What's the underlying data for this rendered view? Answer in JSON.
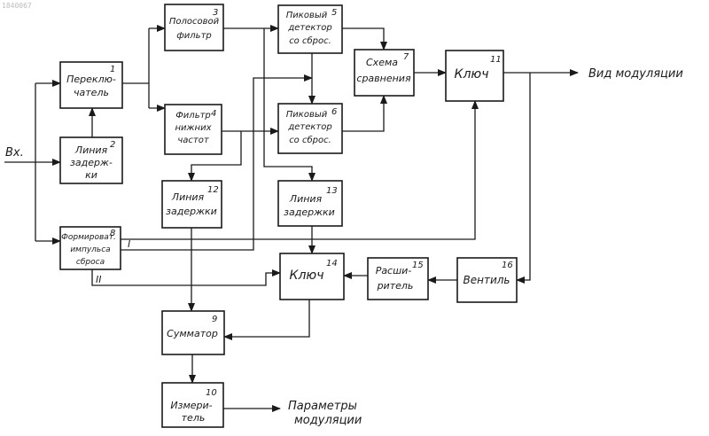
{
  "corner_code": "1840067",
  "input_label": "Вх.",
  "output_main": "Вид модуляции",
  "output_params": [
    "Параметры",
    "модуляции"
  ],
  "line_marks": {
    "one": "I",
    "two": "II"
  },
  "blocks": {
    "b1": {
      "num": "1",
      "lines": [
        "Переклю-",
        "чатель"
      ]
    },
    "b2": {
      "num": "2",
      "lines": [
        "Линия",
        "задерж-",
        "ки"
      ]
    },
    "b3": {
      "num": "3",
      "lines": [
        "Полосовой",
        "фильтр"
      ]
    },
    "b4": {
      "num": "4",
      "lines": [
        "Фильтр",
        "нижних",
        "частот"
      ]
    },
    "b5": {
      "num": "5",
      "lines": [
        "Пиковый",
        "детектор",
        "со сброс."
      ]
    },
    "b6": {
      "num": "6",
      "lines": [
        "Пиковый",
        "детектор",
        "со сброс."
      ]
    },
    "b7": {
      "num": "7",
      "lines": [
        "Схема",
        "сравнения"
      ]
    },
    "b8": {
      "num": "8",
      "lines": [
        "Формироват.",
        "импульса",
        "сброса"
      ]
    },
    "b9": {
      "num": "9",
      "lines": [
        "Сумматор"
      ]
    },
    "b10": {
      "num": "10",
      "lines": [
        "Измери-",
        "тель"
      ]
    },
    "b11": {
      "num": "11",
      "lines": [
        "Ключ"
      ]
    },
    "b12": {
      "num": "12",
      "lines": [
        "Линия",
        "задержки"
      ]
    },
    "b13": {
      "num": "13",
      "lines": [
        "Линия",
        "задержки"
      ]
    },
    "b14": {
      "num": "14",
      "lines": [
        "Ключ"
      ]
    },
    "b15": {
      "num": "15",
      "lines": [
        "Расши-",
        "ритель"
      ]
    },
    "b16": {
      "num": "16",
      "lines": [
        "Вентиль"
      ]
    }
  }
}
